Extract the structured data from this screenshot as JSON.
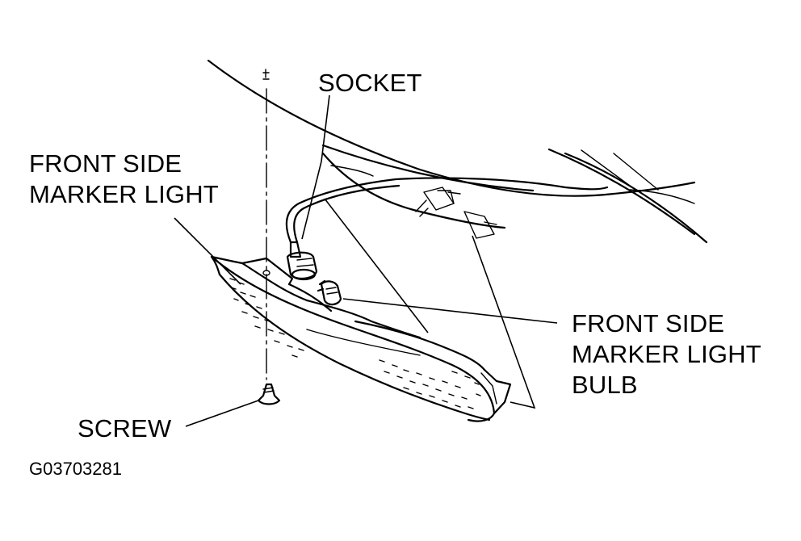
{
  "labels": {
    "socket": "SOCKET",
    "marker_light": [
      "FRONT SIDE",
      "MARKER LIGHT"
    ],
    "marker_bulb": [
      "FRONT SIDE",
      "MARKER LIGHT",
      "BULB"
    ],
    "screw": "SCREW"
  },
  "figure_code": "G03703281"
}
